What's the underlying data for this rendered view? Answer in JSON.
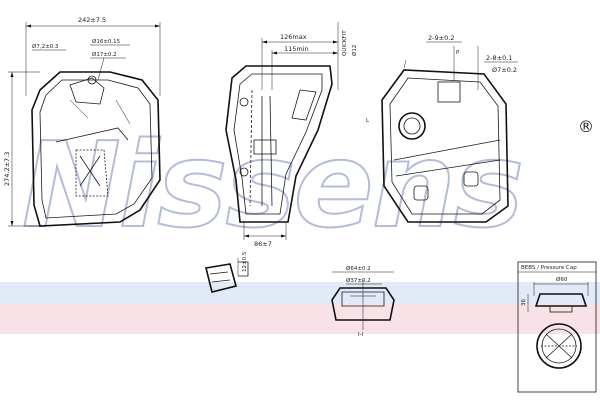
{
  "brand": {
    "watermark": "Nissens",
    "registered_mark": "®",
    "band_colors": {
      "light": "#c9d8ee",
      "pink": "#f6d6dd"
    }
  },
  "front_view": {
    "dim_width": "242±7.5",
    "dim_height": "274.2±7.3",
    "dim_hole_small": "Ø7,2±0.3",
    "dim_hole_1": "Ø16±0.15",
    "dim_hole_2": "Ø17±0.2"
  },
  "side_view": {
    "dim_max": "126max",
    "dim_min": "115min",
    "dim_base": "86±7",
    "quickfit_label": "QUICKFIT",
    "quickfit_dia": "Ø12"
  },
  "rear_view": {
    "dim_port": "2-9±0.2",
    "port_label": "P",
    "dim_port_2": "2-8±0.1",
    "dim_port_dia": "Ø7±0.2",
    "label_l": "L"
  },
  "detail_clip": {
    "dim_clip": "12±0.5"
  },
  "detail_neck": {
    "dim_outer": "Ø64±0.2",
    "dim_inner": "Ø37±0.2",
    "section_label": "I-I"
  },
  "cap_detail": {
    "title": "BEBS / Pressure Cap",
    "dim_dia": "Ø60",
    "dim_height": "36"
  }
}
